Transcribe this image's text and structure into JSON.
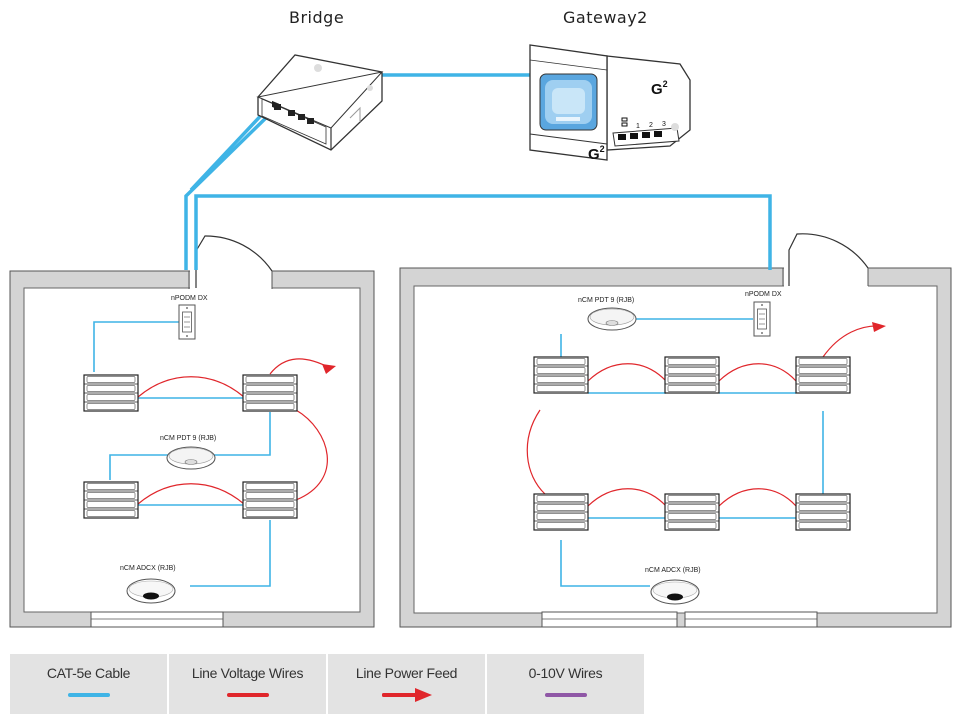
{
  "devices": {
    "bridge_label": "Bridge",
    "gateway_label": "Gateway2",
    "gateway_badge": "G",
    "gateway_sup": "2",
    "gateway_port_labels": [
      "1",
      "2",
      "3"
    ]
  },
  "left_room": {
    "switch_label": "nPODM DX",
    "sensor_label": "nCM PDT 9 (RJB)",
    "daylight_label": "nCM ADCX (RJB)"
  },
  "right_room": {
    "sensor_label": "nCM PDT 9 (RJB)",
    "switch_label": "nPODM DX",
    "daylight_label": "nCM ADCX (RJB)"
  },
  "legend": [
    {
      "label": "CAT-5e Cable",
      "color": "#3fb4e6",
      "kind": "line"
    },
    {
      "label": "Line Voltage Wires",
      "color": "#e0262b",
      "kind": "line"
    },
    {
      "label": "Line Power Feed",
      "color": "#e0262b",
      "kind": "arrow"
    },
    {
      "label": "0-10V Wires",
      "color": "#8f57a6",
      "kind": "line"
    }
  ],
  "colors": {
    "cat5e": "#3fb4e6",
    "line_voltage": "#e0262b",
    "wall": "#d4d4d4"
  }
}
